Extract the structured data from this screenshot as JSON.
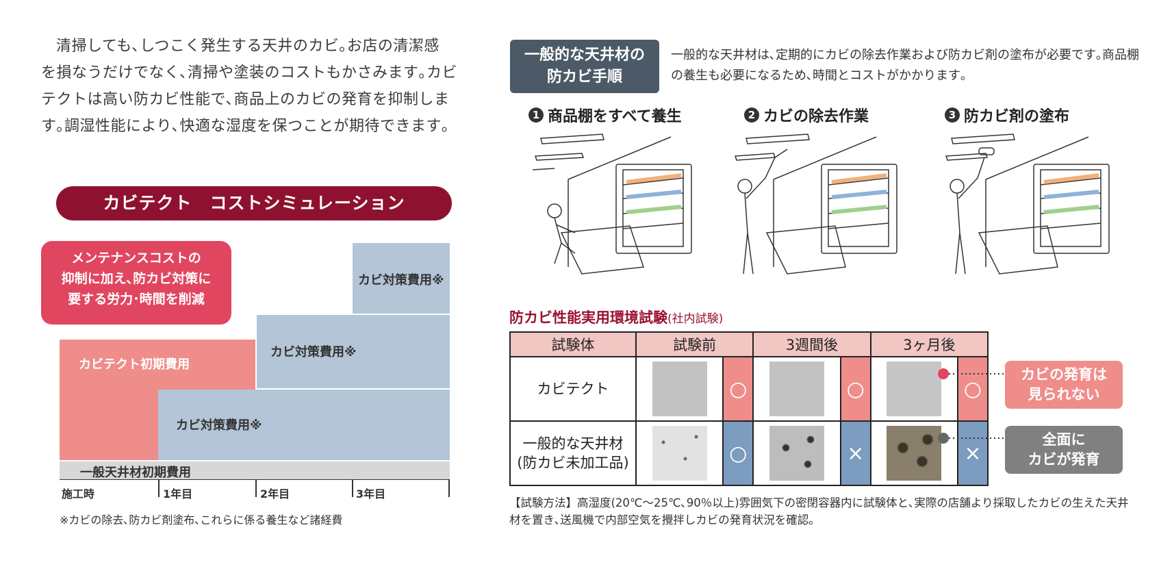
{
  "intro": {
    "lines": [
      "清掃しても､しつこく発生する天井のカビ｡お店の清潔感",
      "を損なうだけでなく､清掃や塗装のコストもかさみます｡カビ",
      "テクトは高い防カビ性能で､商品上のカビの発育を抑制しま",
      "す｡調湿性能により､快適な湿度を保つことが期待できます｡"
    ]
  },
  "simulation": {
    "title": "カビテクト　コストシミュレーション",
    "callout": "メンテナンスコストの\n抑制に加え､防カビ対策に\n要する労力･時間を削減",
    "blocks": {
      "initial_kabitect": "カビテクト初期費用",
      "general_initial": "一般天井材初期費用",
      "measure_y1": "カビ対策費用※",
      "measure_y2": "カビ対策費用※",
      "measure_y3": "カビ対策費用※"
    },
    "ticks": [
      "施工時",
      "1年目",
      "2年目",
      "3年目"
    ],
    "footnote": "※カビの除去､防カビ剤塗布､これらに係る養生など諸経費"
  },
  "procedure": {
    "badge": "一般的な天井材の\n防カビ手順",
    "description": "一般的な天井材は､定期的にカビの除去作業および防カビ剤の塗布が必要です｡商品棚の養生も必要になるため､時間とコストがかかります｡",
    "steps": [
      {
        "num": "1",
        "label": "商品棚をすべて養生"
      },
      {
        "num": "2",
        "label": "カビの除去作業"
      },
      {
        "num": "3",
        "label": "防カビ剤の塗布"
      }
    ]
  },
  "test": {
    "title": "防カビ性能実用環境試験",
    "subtitle": "(社内試験)",
    "headers": [
      "試験体",
      "試験前",
      "3週間後",
      "3ヶ月後"
    ],
    "rows": [
      {
        "label": "カビテクト",
        "marks": [
          "○",
          "○",
          "○"
        ]
      },
      {
        "label": "一般的な天井材\n(防カビ未加工品)",
        "marks": [
          "○",
          "×",
          "×"
        ]
      }
    ],
    "notes": {
      "kabitect": "カビの発育は\n見られない",
      "general": "全面に\nカビが発育"
    },
    "method": "【試験方法】高湿度(20℃～25℃､90％以上)雰囲気下の密閉容器内に試験体と､実際の店舗より採取したカビの生えた天井材を置き､送風機で内部空気を攪拌しカビの発育状況を確認｡"
  },
  "colors": {
    "maroon": "#8e1230",
    "callout_pink": "#e14660",
    "cost_pink": "#ef8d8b",
    "cost_blue": "#b3c5d6",
    "slate": "#4b5a66",
    "header_pink": "#f1c6c3",
    "note_gray": "#808080"
  }
}
